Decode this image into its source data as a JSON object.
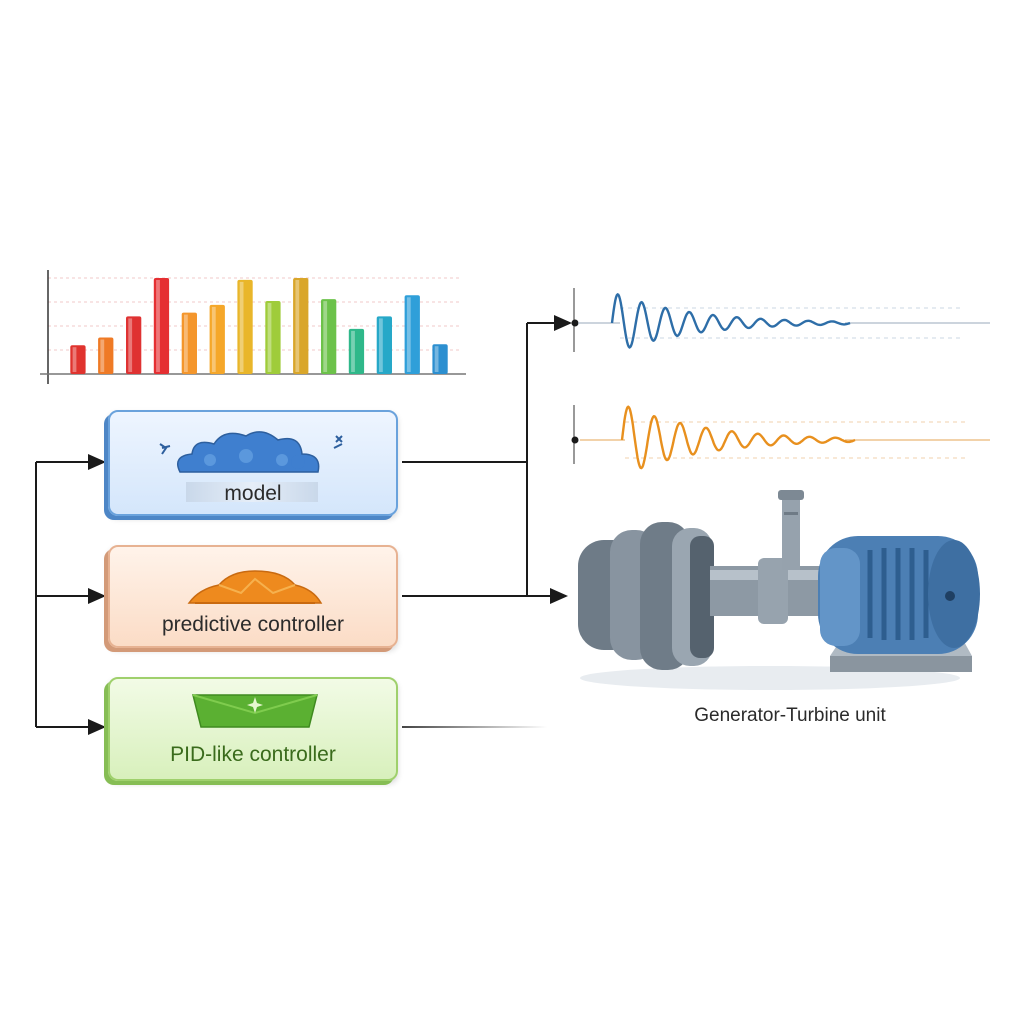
{
  "blocks": {
    "model": {
      "label": "model",
      "icon": "cloud-cluster-icon"
    },
    "predictive": {
      "label": "predictive controller",
      "icon": "orange-mound-icon"
    },
    "pid": {
      "label": "PID-like controller",
      "icon": "green-tray-icon"
    }
  },
  "unit": {
    "label": "Generator-Turbine unit",
    "icon": "generator-turbine-icon"
  },
  "colors": {
    "model_accent": "#4d86c6",
    "predictive_accent": "#ea8a2c",
    "pid_accent": "#6bbf3a",
    "wave_top": "#2e6ea8",
    "wave_bottom": "#e8901e",
    "arrow": "#1a1a1a"
  },
  "chart_data": {
    "type": "bar",
    "title": "",
    "xlabel": "",
    "ylabel": "",
    "ylim": [
      0,
      100
    ],
    "grid": true,
    "values": [
      30,
      38,
      60,
      100,
      64,
      72,
      98,
      76,
      100,
      78,
      47,
      60,
      82,
      31
    ],
    "bar_colors": [
      "#e0332e",
      "#ef7a25",
      "#df3232",
      "#e52f32",
      "#f4962c",
      "#f5a72a",
      "#e9b62a",
      "#9fcc3a",
      "#d9a62a",
      "#6cc24a",
      "#2fb88a",
      "#26a8c8",
      "#2f9fd9",
      "#2c8fd0"
    ]
  }
}
